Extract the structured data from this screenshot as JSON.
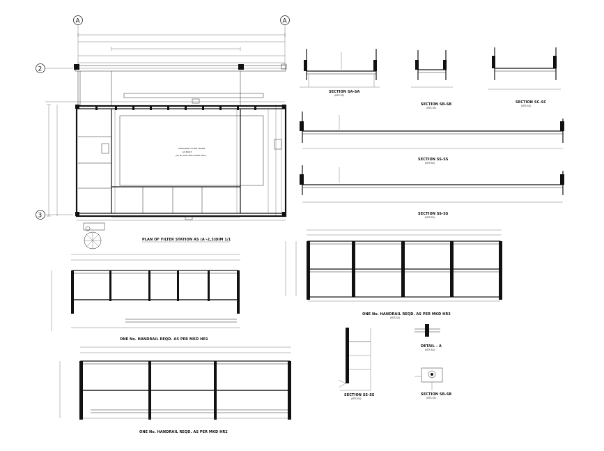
{
  "grid_labels": {
    "a_left": "A",
    "a_right": "A",
    "row_top": "2",
    "row_bottom": "3"
  },
  "drawings": {
    "plan": {
      "title": "PLAN OF FILTER STATION AS (A'-2,3)DIM 1/1",
      "center_note_1": "PROPOSED FILTER FRAME",
      "center_note_2": "AS BUILT",
      "center_note_3": "(AS BY SITE AND WORK SHD)"
    },
    "sec_a": {
      "title": "SECTION SA-SA",
      "scale": "(NTS SS)"
    },
    "sec_b": {
      "title": "SECTION SB-SB",
      "scale": "(NTS SS)"
    },
    "sec_c": {
      "title": "SECTION SC-SC",
      "scale": "(NTS SS)"
    },
    "sec_long_1": {
      "title": "SECTION SS-SS",
      "scale": "(NTS SS)"
    },
    "sec_long_2": {
      "title": "SECTION SS-SS",
      "scale": "(NTS SS)"
    },
    "handrail_right": {
      "title": "ONE No. HANDRAIL REQD. AS PER MKD HR3",
      "scale": "(NTS SS)"
    },
    "handrail_left": {
      "title": "ONE No. HANDRAIL REQD. AS PER MKD HR1"
    },
    "handrail_bottom": {
      "title": "ONE No. HANDRAIL REQD. AS PER MKD HR2"
    },
    "sec_small_1": {
      "title": "SECTION SS-SS",
      "scale": "(NTS SS)"
    },
    "detail_a": {
      "title": "DETAIL - A",
      "scale": "(NTS SS)"
    },
    "sec_small_2": {
      "title": "SECTION SB-SB",
      "scale": "(NTS SS)"
    }
  }
}
